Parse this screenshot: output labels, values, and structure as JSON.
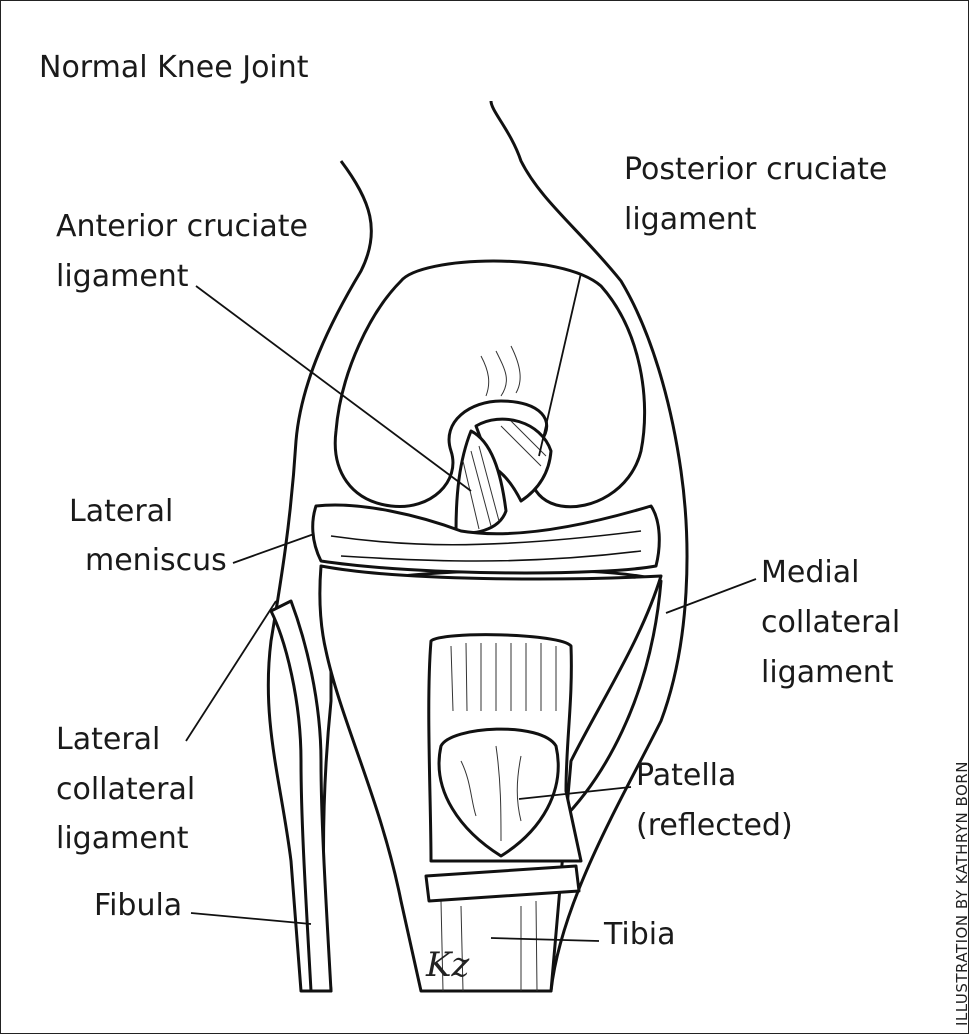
{
  "title": "Normal Knee Joint",
  "labels": {
    "pcl": [
      "Posterior cruciate",
      "ligament"
    ],
    "acl": [
      "Anterior cruciate",
      "ligament"
    ],
    "lateral_meniscus": [
      "Lateral",
      "meniscus"
    ],
    "mcl": [
      "Medial",
      "collateral",
      "ligament"
    ],
    "lcl": [
      "Lateral",
      "collateral",
      "ligament"
    ],
    "patella": [
      "Patella",
      "(reflected)"
    ],
    "fibula": "Fibula",
    "tibia": "Tibia"
  },
  "credit": "ILLUSTRATION BY KATHRYN BORN",
  "signature": "Kz"
}
